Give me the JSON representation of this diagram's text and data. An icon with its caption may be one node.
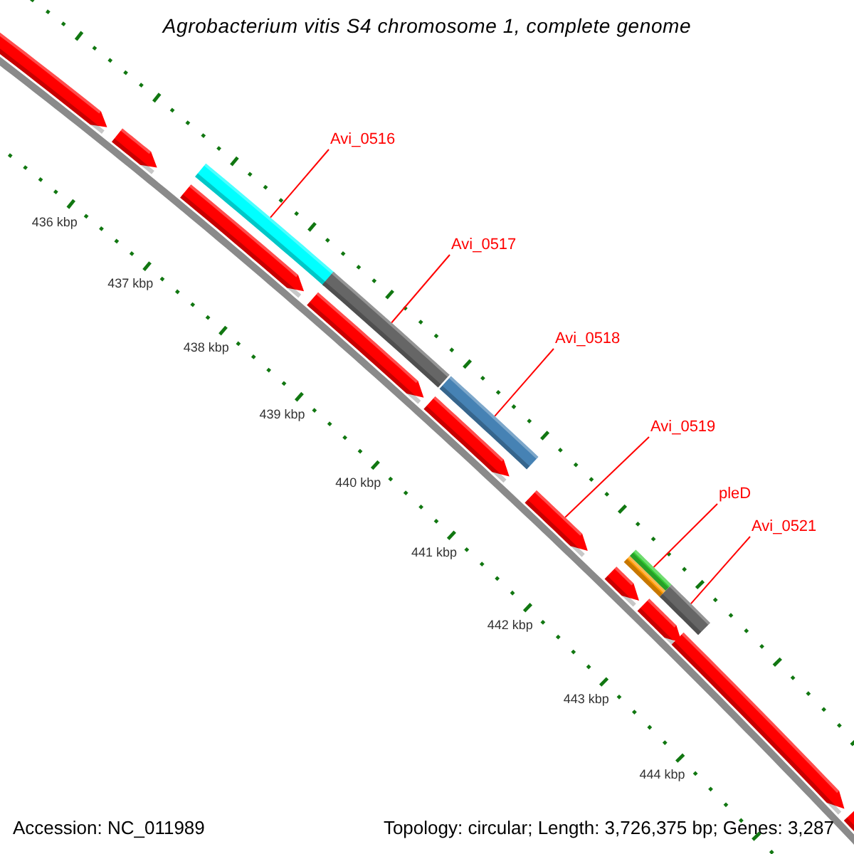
{
  "diagram": {
    "title": "Agrobacterium vitis S4 chromosome 1, complete genome",
    "nodes": [
      {
        "text": [
          "Avi_0516"
        ]
      },
      {
        "text": [
          "Avi_0517"
        ]
      },
      {
        "text": [
          "Avi_0518"
        ]
      },
      {
        "text": [
          "Avi_0519"
        ]
      },
      {
        "text": [
          "pleD"
        ]
      },
      {
        "text": [
          "Avi_0521"
        ]
      },
      {
        "text": [],
        "shape": "bar"
      },
      {
        "text": [],
        "shape": "bar"
      },
      {
        "text": [],
        "shape": "bar"
      },
      {
        "text": [],
        "shape": "bar"
      },
      {
        "text": [],
        "shape": "bar"
      },
      {
        "text": [],
        "shape": "bar"
      }
    ],
    "edges": [
      {
        "from": 0,
        "to": 6,
        "arrow": "none"
      },
      {
        "from": 1,
        "to": 7,
        "arrow": "none"
      },
      {
        "from": 2,
        "to": 8,
        "arrow": "none"
      },
      {
        "from": 3,
        "to": 9,
        "arrow": "none"
      },
      {
        "from": 4,
        "to": 10,
        "arrow": "none"
      },
      {
        "from": 5,
        "to": 11,
        "arrow": "none"
      }
    ],
    "labels": [
      "436 kbp",
      "437 kbp",
      "438 kbp",
      "439 kbp",
      "440 kbp",
      "441 kbp",
      "442 kbp",
      "443 kbp",
      "444 kbp",
      "Accession: NC_011989",
      "Topology: circular; Length: 3,726,375 bp; Genes: 3,287"
    ]
  }
}
